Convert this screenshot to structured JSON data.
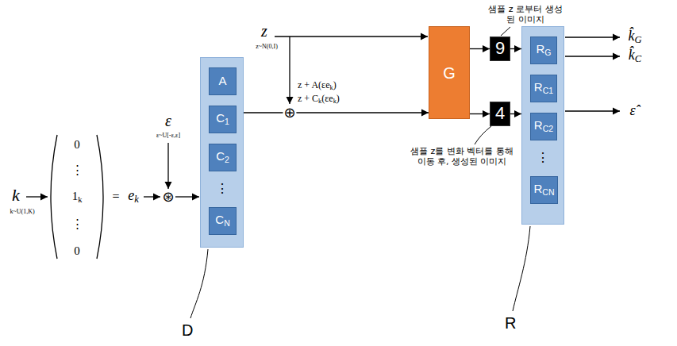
{
  "diagram": {
    "nodes": [
      {
        "text": [
          "D"
        ]
      },
      {
        "text": [
          "A"
        ],
        "in": 0
      },
      {
        "text": [
          "C1"
        ],
        "in": 0
      },
      {
        "text": [
          "C2"
        ],
        "in": 0
      },
      {
        "text": [
          "CN"
        ],
        "in": 0
      },
      {
        "text": [
          "G"
        ]
      },
      {
        "text": [
          "9"
        ]
      },
      {
        "text": [
          "4"
        ]
      },
      {
        "text": [
          "R"
        ]
      },
      {
        "text": [
          "RG"
        ],
        "in": 8
      },
      {
        "text": [
          "RC1"
        ],
        "in": 8
      },
      {
        "text": [
          "RC2"
        ],
        "in": 8
      },
      {
        "text": [
          "RCN"
        ],
        "in": 8
      }
    ],
    "edges": [
      {
        "from": 5,
        "to": 6,
        "arrow": "to"
      },
      {
        "from": 5,
        "to": 7,
        "arrow": "to"
      },
      {
        "from": 6,
        "to": 8,
        "arrow": "to"
      },
      {
        "from": 7,
        "to": 8,
        "arrow": "to"
      },
      {
        "from": 0,
        "to": 5,
        "arrow": "to"
      }
    ],
    "labels": [
      "k",
      "k~U(1,K)",
      "0",
      "⋮",
      "1k",
      "⋮",
      "0",
      "=",
      "ek",
      "ε",
      "ε~U[-ε,ε]",
      "⊛",
      "z",
      "z~N(0,I)",
      "⋮",
      "⊕",
      "z + A(εek)",
      "z + Ck(εek)",
      "샘플 z 로부터 생성된 이미지",
      "샘플 z를 변화 벡터를 통해 이동 후, 생성된 이미지",
      "⋮",
      "k̂G",
      "k̂C",
      "ε̂"
    ]
  }
}
